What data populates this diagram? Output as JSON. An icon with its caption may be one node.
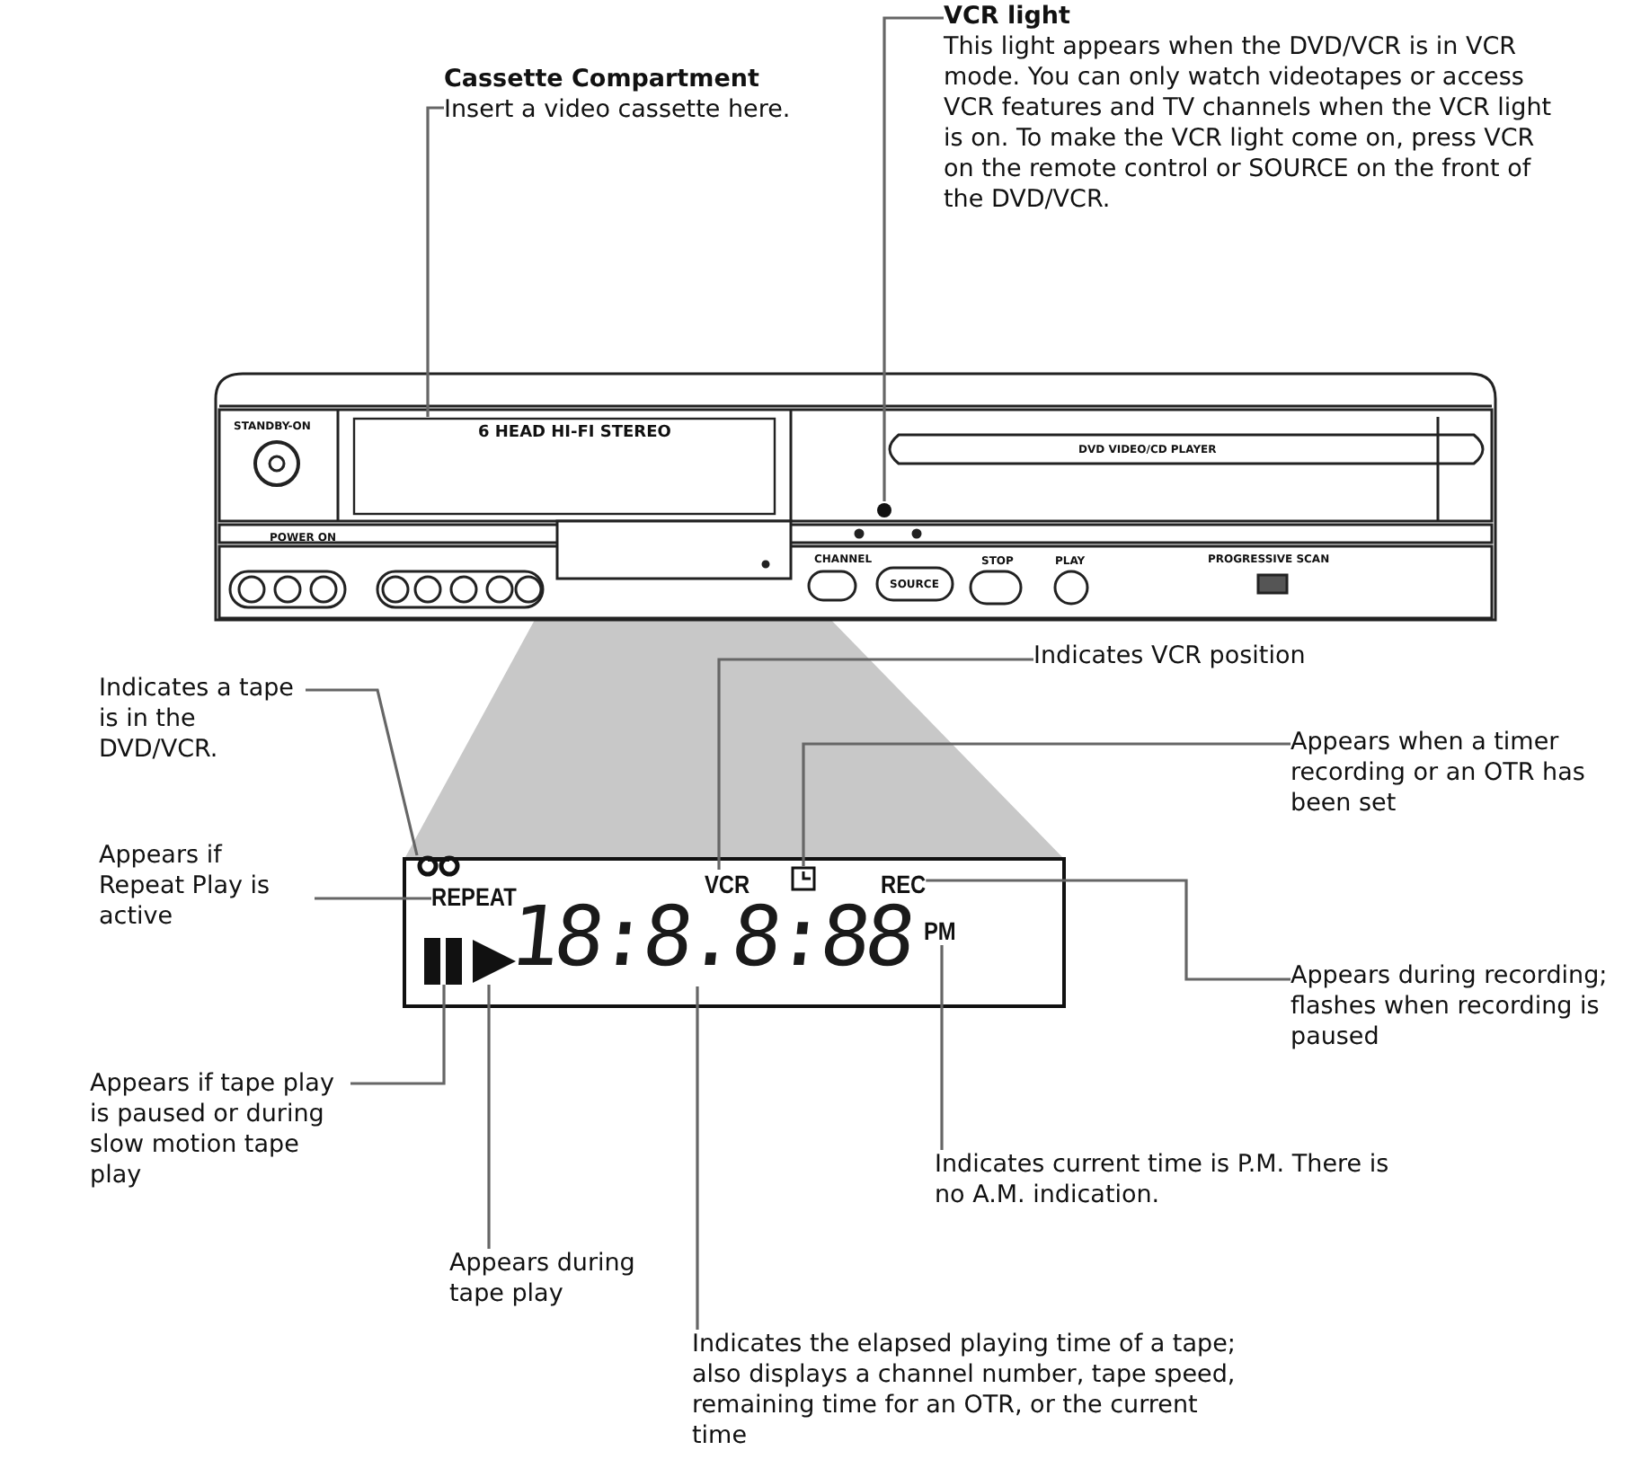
{
  "diagram": {
    "nodes": [
      {
        "text": [
          "Cassette Compartment",
          "Insert a video cassette here."
        ]
      },
      {
        "text": [
          "VCR light",
          "This light appears when the DVD/VCR is in VCR mode. You can only watch videotapes or access VCR features and TV channels when the VCR light is on. To make the VCR light come on, press VCR on the remote control or SOURCE on the front of the DVD/VCR."
        ]
      },
      {
        "text": [],
        "shape": "box"
      },
      {
        "text": [],
        "shape": "circle"
      },
      {
        "text": [
          "Indicates a tape is in the DVD/VCR."
        ]
      },
      {
        "text": [],
        "shape": "icon"
      },
      {
        "text": [
          "Indicates VCR position"
        ]
      },
      {
        "text": [
          "VCR"
        ]
      },
      {
        "text": [
          "Appears when a timer recording or an OTR has been set"
        ]
      },
      {
        "text": [],
        "shape": "icon"
      },
      {
        "text": [
          "Appears if Repeat Play is active"
        ]
      },
      {
        "text": [
          "REPEAT"
        ]
      },
      {
        "text": [
          "Appears during recording; flashes when recording is paused"
        ]
      },
      {
        "text": [
          "REC"
        ]
      },
      {
        "text": [
          "Appears if tape play is paused or during slow motion tape play"
        ]
      },
      {
        "text": [],
        "shape": "icon"
      },
      {
        "text": [
          "Appears during tape play"
        ]
      },
      {
        "text": [],
        "shape": "icon"
      },
      {
        "text": [
          "Indicates current time is P.M. There is no A.M. indication."
        ]
      },
      {
        "text": [
          "PM"
        ]
      },
      {
        "text": [
          "Indicates the elapsed playing time of a tape; also displays a channel number, tape speed, remaining time for an OTR, or the current time"
        ]
      },
      {
        "text": [
          "18:8.8:88"
        ]
      }
    ],
    "edges": [
      {
        "from": 0,
        "to": 2,
        "arrow": "none"
      },
      {
        "from": 1,
        "to": 3,
        "arrow": "none"
      },
      {
        "from": 4,
        "to": 5,
        "arrow": "none"
      },
      {
        "from": 6,
        "to": 7,
        "arrow": "none"
      },
      {
        "from": 8,
        "to": 9,
        "arrow": "none"
      },
      {
        "from": 10,
        "to": 11,
        "arrow": "none"
      },
      {
        "from": 12,
        "to": 13,
        "arrow": "none"
      },
      {
        "from": 14,
        "to": 15,
        "arrow": "none"
      },
      {
        "from": 16,
        "to": 17,
        "arrow": "none"
      },
      {
        "from": 18,
        "to": 19,
        "arrow": "none"
      },
      {
        "from": 20,
        "to": 21,
        "arrow": "none"
      }
    ],
    "labels": [
      "STANDBY-ON",
      "POWER ON",
      "6 HEAD HI-FI STEREO",
      "DVD VIDEO/CD PLAYER",
      "CHANNEL",
      "SOURCE",
      "STOP",
      "PLAY",
      "PROGRESSIVE SCAN"
    ]
  }
}
